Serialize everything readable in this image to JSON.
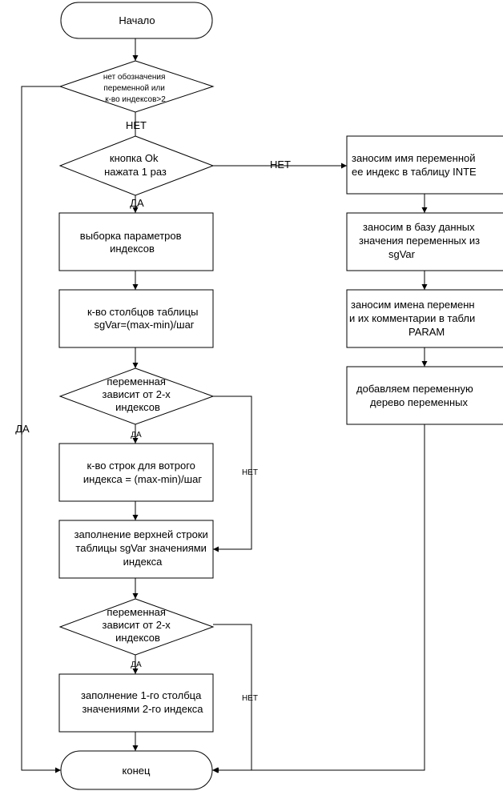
{
  "nodes": {
    "start": "Начало",
    "cond_name": [
      "нет обозначения",
      "переменной или",
      "к-во индексов>2"
    ],
    "cond_ok": [
      "кнопка Ok",
      "нажата 1 раз"
    ],
    "select_params": [
      "выборка параметров",
      "индексов"
    ],
    "cols_count": [
      "к-во столбцов таблицы",
      "sgVar=(max-min)/шаг"
    ],
    "cond_dep1": [
      "переменная",
      "зависит от 2-х",
      "индексов"
    ],
    "rows_count": [
      "к-во строк для вотрого",
      "индекса = (max-min)/шаг"
    ],
    "fill_top": [
      "заполнение верхней строки",
      "таблицы sgVar значениями",
      "индекса"
    ],
    "cond_dep2": [
      "переменная",
      "зависит от 2-х",
      "индексов"
    ],
    "fill_col": [
      "заполнение 1-го столбца",
      "значениями 2-го индекса"
    ],
    "end": "конец",
    "r_name_index": [
      "заносим имя переменной",
      "ее индекс в таблицу INTE"
    ],
    "r_db_values": [
      "заносим в базу данных",
      "значения переменных из",
      "sgVar"
    ],
    "r_param": [
      "заносим имена переменн",
      "и их комментарии в табли",
      "PARAM"
    ],
    "r_tree": [
      "добавляем переменную",
      "дерево переменных"
    ]
  },
  "labels": {
    "net_top": "НЕТ",
    "net_ok": "НЕТ",
    "da_ok": "ДА",
    "da_left": "ДА",
    "da_dep1": "ДА",
    "net_dep1": "НЕТ",
    "da_dep2": "ДА",
    "net_dep2": "НЕТ"
  }
}
